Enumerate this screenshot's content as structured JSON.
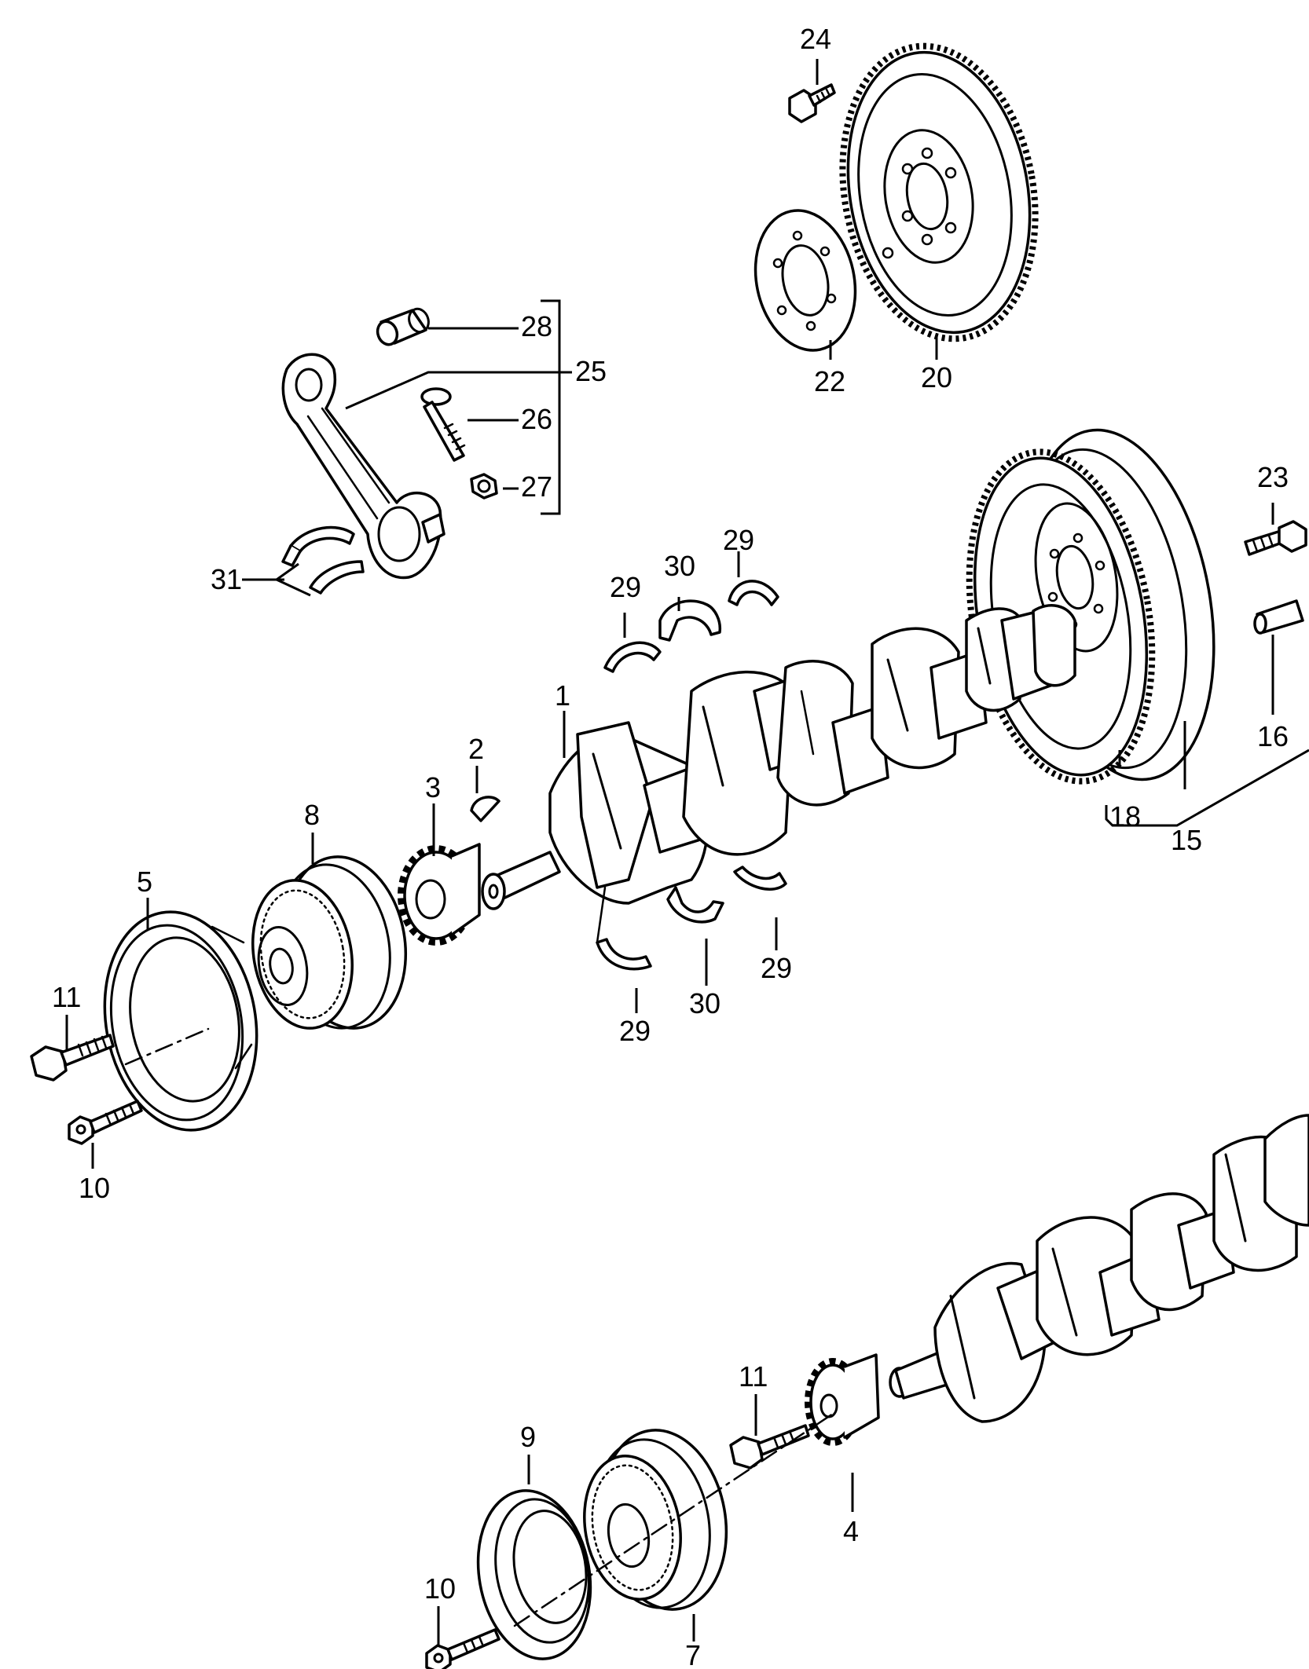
{
  "callouts": {
    "c1": "1",
    "c2": "2",
    "c3": "3",
    "c4": "4",
    "c5": "5",
    "c7": "7",
    "c8": "8",
    "c9": "9",
    "c10a": "10",
    "c10b": "10",
    "c11a": "11",
    "c11b": "11",
    "c15": "15",
    "c16": "16",
    "c18": "18",
    "c20": "20",
    "c22": "22",
    "c23": "23",
    "c24": "24",
    "c25": "25",
    "c26": "26",
    "c27": "27",
    "c28": "28",
    "c29a": "29",
    "c29b": "29",
    "c29c": "29",
    "c29d": "29",
    "c30a": "30",
    "c30b": "30",
    "c31": "31"
  }
}
